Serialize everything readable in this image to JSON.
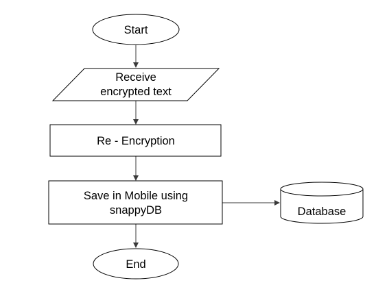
{
  "diagram": {
    "nodes": {
      "start": {
        "label": "Start",
        "shape": "ellipse"
      },
      "receive": {
        "label_lines": [
          "Receive",
          "encrypted text"
        ],
        "shape": "parallelogram"
      },
      "reencrypt": {
        "label": "Re - Encryption",
        "shape": "rectangle"
      },
      "save": {
        "label_lines": [
          "Save in Mobile using",
          "snappyDB"
        ],
        "shape": "rectangle"
      },
      "database": {
        "label": "Database",
        "shape": "cylinder"
      },
      "end": {
        "label": "End",
        "shape": "ellipse"
      }
    },
    "edges": [
      {
        "from": "start",
        "to": "receive"
      },
      {
        "from": "receive",
        "to": "reencrypt"
      },
      {
        "from": "reencrypt",
        "to": "save"
      },
      {
        "from": "save",
        "to": "end"
      },
      {
        "from": "save",
        "to": "database"
      }
    ],
    "colors": {
      "stroke": "#000000",
      "arrow": "#3a3a3a",
      "fill": "#ffffff",
      "text": "#000000"
    }
  }
}
